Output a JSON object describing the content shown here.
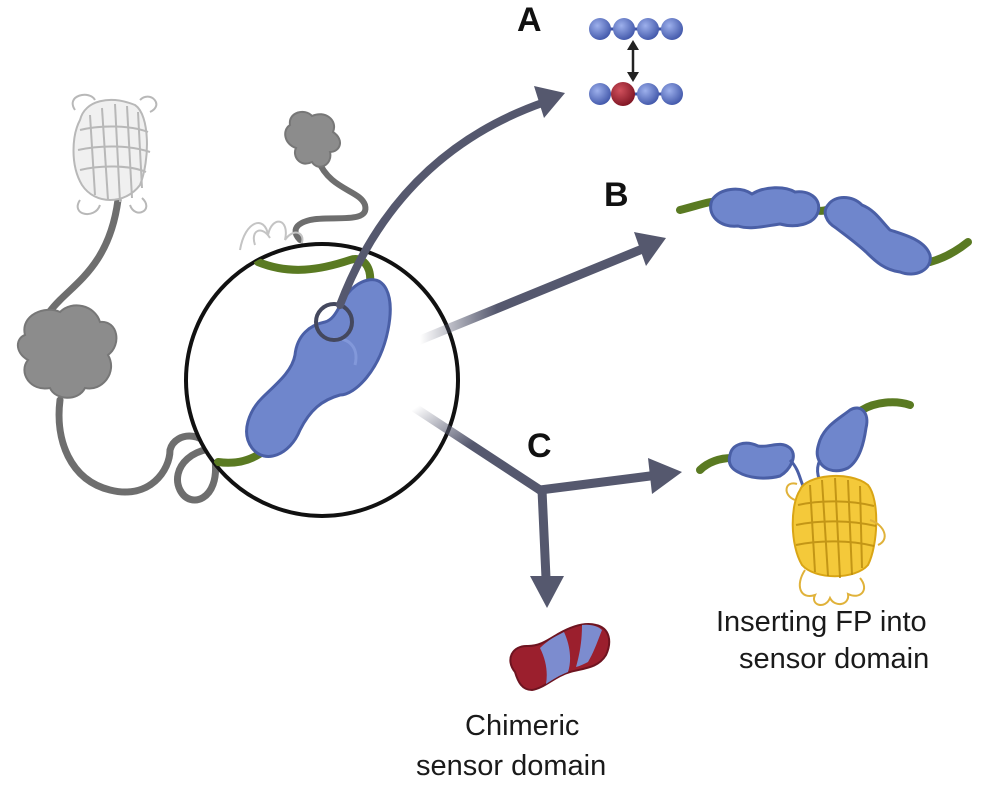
{
  "labels": {
    "a": "A",
    "b": "B",
    "c": "C"
  },
  "captions": {
    "fp_line1": "Inserting FP into",
    "fp_line2": "sensor domain",
    "chimeric_line1": "Chimeric",
    "chimeric_line2": "sensor domain"
  },
  "colors": {
    "domain_blue": "#6f86cc",
    "domain_outline": "#4a5fa6",
    "linker_green": "#5a7a22",
    "chain_gray": "#6e6e6e",
    "arrow_slate": "#55586e",
    "mutant_red": "#9b1f2d",
    "fp_yellow": "#f4c93a"
  },
  "icons": {
    "bead_chain": "bead-chain-icon",
    "double_arrow": "double-arrow-icon",
    "magnifier": "magnifier-circle-icon"
  }
}
